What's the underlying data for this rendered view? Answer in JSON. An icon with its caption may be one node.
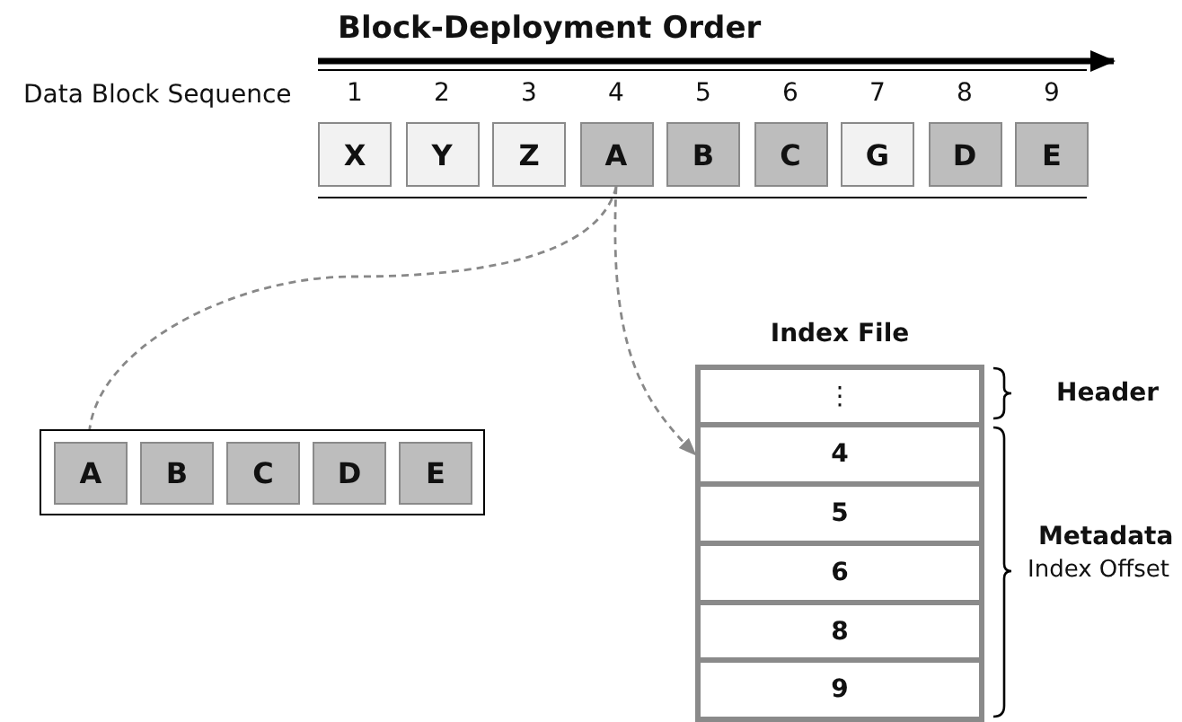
{
  "diagram": {
    "nodes": [
      {
        "text": [
          "X"
        ],
        "beside": [
          "1"
        ]
      },
      {
        "text": [
          "Y"
        ],
        "beside": [
          "2"
        ]
      },
      {
        "text": [
          "Z"
        ],
        "beside": [
          "3"
        ]
      },
      {
        "text": [
          "A"
        ],
        "beside": [
          "4"
        ]
      },
      {
        "text": [
          "B"
        ],
        "beside": [
          "5"
        ]
      },
      {
        "text": [
          "C"
        ],
        "beside": [
          "6"
        ]
      },
      {
        "text": [
          "G"
        ],
        "beside": [
          "7"
        ]
      },
      {
        "text": [
          "D"
        ],
        "beside": [
          "8"
        ]
      },
      {
        "text": [
          "E"
        ],
        "beside": [
          "9"
        ]
      },
      {
        "text": [],
        "shape": "box"
      },
      {
        "text": [
          "A"
        ],
        "in": 9
      },
      {
        "text": [
          "B"
        ],
        "in": 9
      },
      {
        "text": [
          "C"
        ],
        "in": 9
      },
      {
        "text": [
          "D"
        ],
        "in": 9
      },
      {
        "text": [
          "E"
        ],
        "in": 9
      },
      {
        "text": [
          "Index File"
        ]
      },
      {
        "text": [
          "⋮"
        ],
        "in": 15
      },
      {
        "text": [
          "4"
        ],
        "in": 15
      },
      {
        "text": [
          "5"
        ],
        "in": 15
      },
      {
        "text": [
          "6"
        ],
        "in": 15
      },
      {
        "text": [
          "8"
        ],
        "in": 15
      },
      {
        "text": [
          "9"
        ],
        "in": 15
      }
    ],
    "edges": [
      {
        "from": 3,
        "to": 10,
        "arrow": "none",
        "style": "dashed"
      },
      {
        "from": 3,
        "to": 17,
        "arrow": "to",
        "style": "dashed"
      }
    ],
    "labels": [
      "Block-Deployment Order",
      "Data Block Sequence",
      "Header",
      "Metadata",
      "Index Offset"
    ]
  }
}
